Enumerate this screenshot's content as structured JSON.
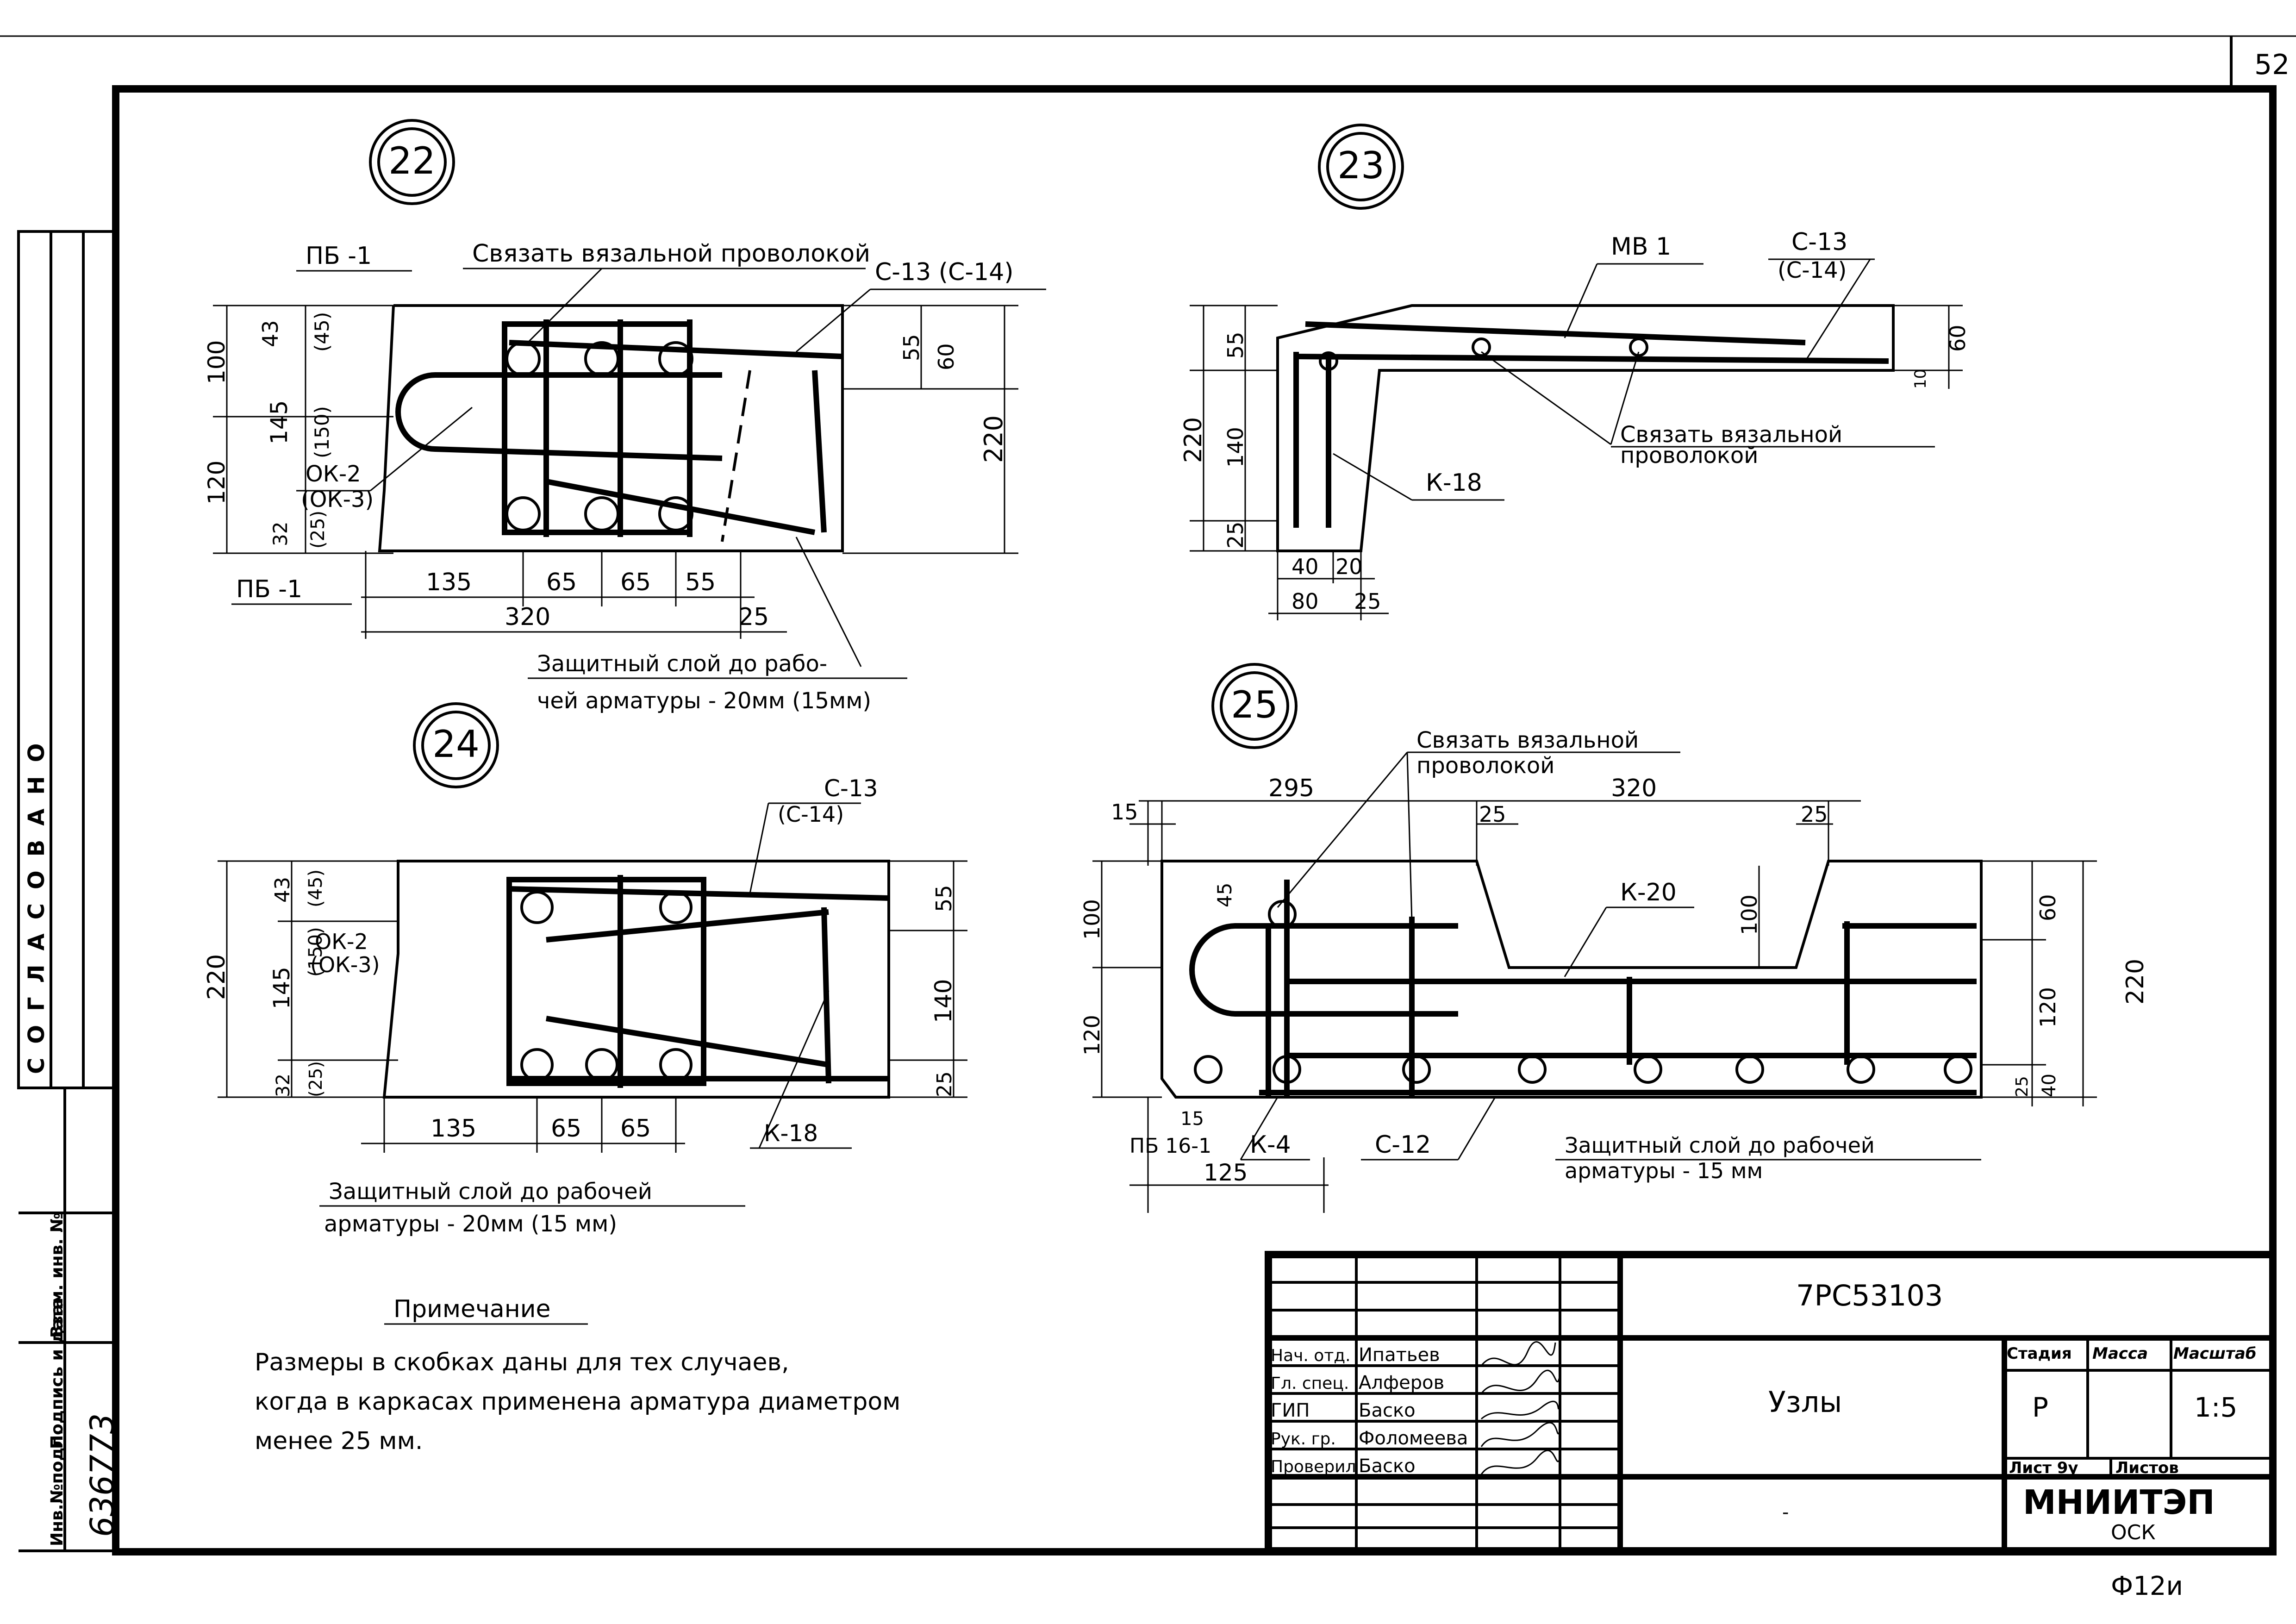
{
  "sheet": {
    "page_number": "52",
    "bottom_code": "Ф12и"
  },
  "left_strip": {
    "vertical_word": "СОГЛАСОВАНО",
    "inv_podl": "Инв.№подл.",
    "podpis": "Подпись и дата",
    "vzam": "Взам. инв. №",
    "inv_number": "636773"
  },
  "nodes": {
    "n22": "22",
    "n23": "23",
    "n24": "24",
    "n25": "25"
  },
  "node22": {
    "pb_top": "ПБ -1",
    "pb_bottom": "ПБ -1",
    "tie_note": "Связать вязальной проволокой",
    "c13": "С-13 (С-14)",
    "ok2": "ОК-2",
    "ok3": "(ОК-3)",
    "dims_left": [
      "100",
      "120",
      "43",
      "(45)",
      "145",
      "(150)",
      "32",
      "(25)"
    ],
    "dims_right": [
      "55",
      "60",
      "220"
    ],
    "dims_bottom": [
      "135",
      "65",
      "65",
      "55",
      "320",
      "25"
    ],
    "cover_1": "Защитный слой до рабо-",
    "cover_2": "чей арматуры - 20мм (15мм)"
  },
  "node23": {
    "mv1": "МВ 1",
    "c13": "С-13",
    "c14": "(С-14)",
    "tie_1": "Связать вязальной",
    "tie_2": "проволокой",
    "k18": "К-18",
    "dims_left": [
      "55",
      "220",
      "140",
      "25"
    ],
    "dims_right": [
      "60",
      "10"
    ],
    "dims_bottom": [
      "40",
      "20",
      "80",
      "25"
    ]
  },
  "node24": {
    "c13": "С-13",
    "c14": "(С-14)",
    "ok2": "ОК-2",
    "ok3": "(ОК-3)",
    "k18": "К-18",
    "dims_left": [
      "220",
      "43",
      "(45)",
      "145",
      "(150)",
      "32",
      "(25)"
    ],
    "dims_right": [
      "55",
      "140",
      "25"
    ],
    "dims_bottom": [
      "135",
      "65",
      "65"
    ],
    "cover_1": "Защитный слой до рабочей",
    "cover_2": "арматуры - 20мм (15 мм)"
  },
  "node25": {
    "tie_1": "Связать вязальной",
    "tie_2": "проволокой",
    "k20": "К-20",
    "k4": "К-4",
    "c12": "С-12",
    "pb": "ПБ 16-1",
    "dims_top": [
      "15",
      "295",
      "320",
      "25",
      "25"
    ],
    "dims_left": [
      "100",
      "45",
      "120",
      "15"
    ],
    "dims_mid": [
      "100"
    ],
    "dims_right": [
      "60",
      "120",
      "220",
      "40",
      "25"
    ],
    "dims_bottom": [
      "125"
    ],
    "cover_1": "Защитный слой до рабочей",
    "cover_2": "арматуры - 15 мм"
  },
  "note": {
    "title": "Примечание",
    "line1": "Размеры в скобках даны для тех случаев,",
    "line2": "когда в каркасах применена арматура диаметром",
    "line3": "менее 25 мм."
  },
  "title_block": {
    "code": "7РС53103",
    "title": "Узлы",
    "stage_label": "Стадия",
    "mass_label": "Масса",
    "scale_label": "Масштаб",
    "stage": "Р",
    "scale": "1:5",
    "sheet_label": "Лист 9у",
    "sheets_label": "Листов",
    "org": "МНИИТЭП",
    "org_sub": "ОСК",
    "dash": "-",
    "roles": [
      {
        "role": "Нач. отд.",
        "name": "Ипатьев"
      },
      {
        "role": "Гл. спец.",
        "name": "Алферов"
      },
      {
        "role": "ГИП",
        "name": "Баско"
      },
      {
        "role": "Рук. гр.",
        "name": "Фоломеева"
      },
      {
        "role": "Проверил",
        "name": "Баско"
      }
    ]
  }
}
